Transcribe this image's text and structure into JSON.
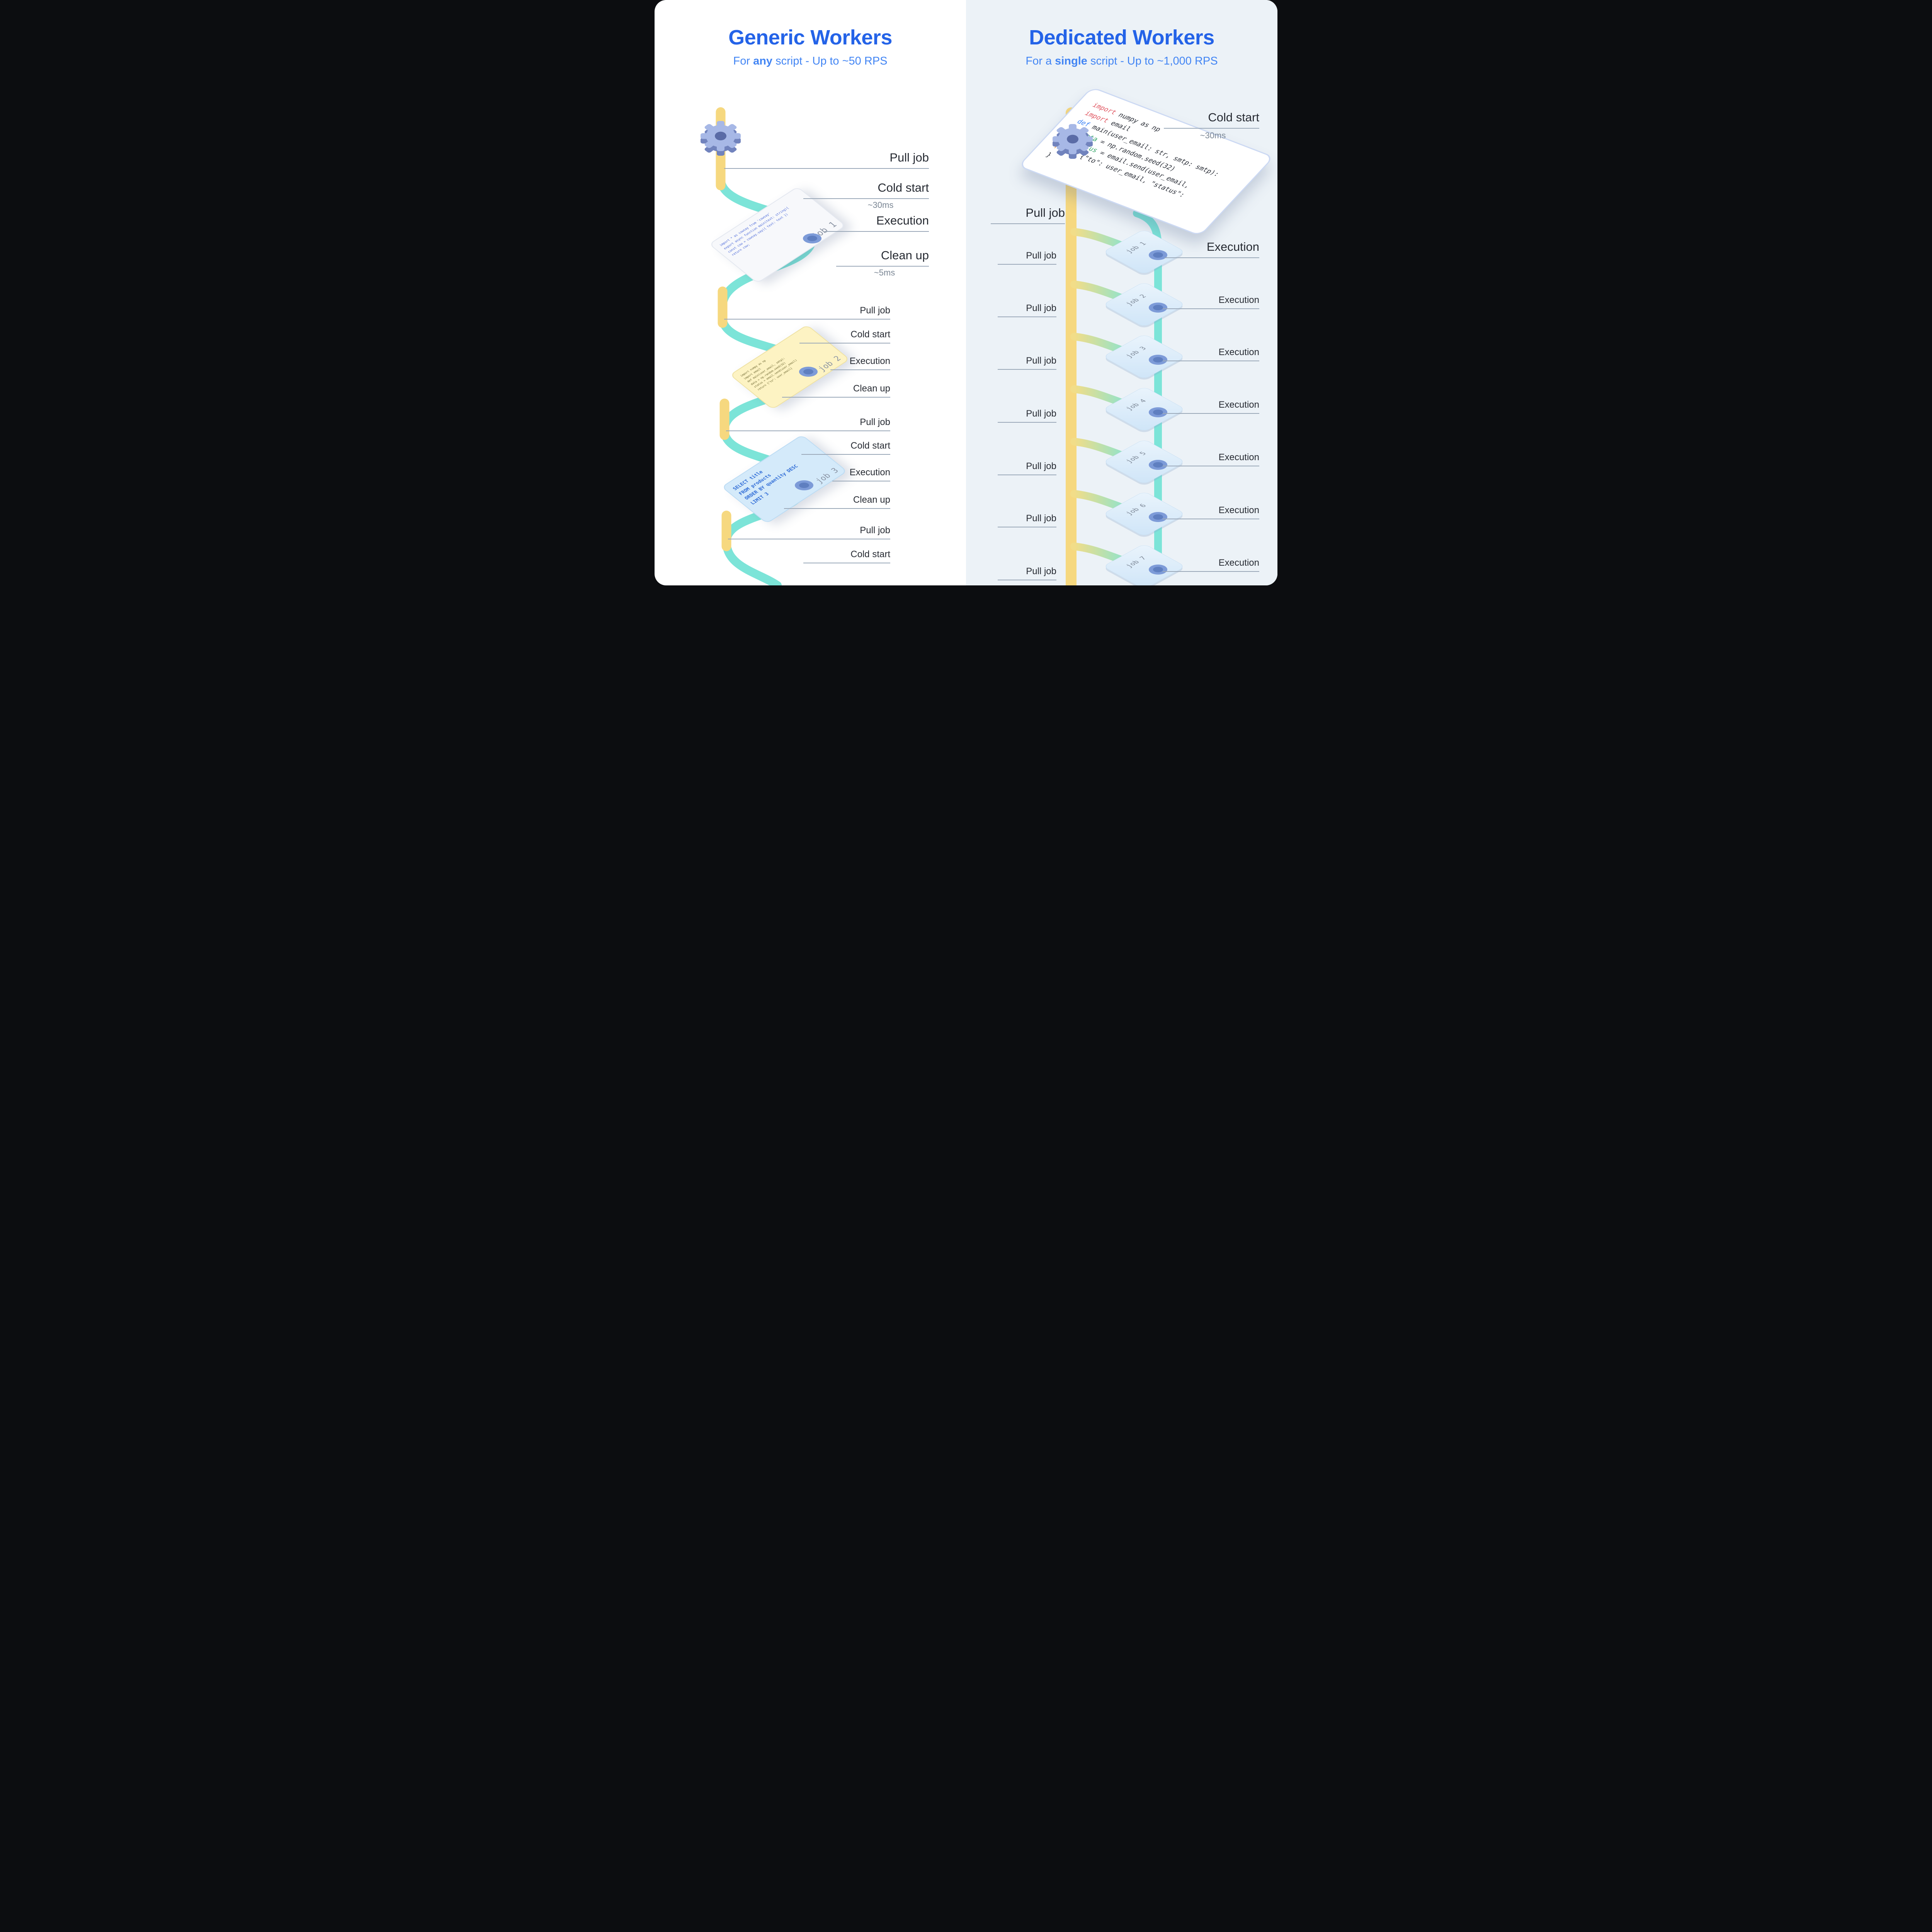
{
  "left": {
    "title": "Generic Workers",
    "subtitle_prefix": "For ",
    "subtitle_bold": "any",
    "subtitle_suffix": " script - Up to ~50 RPS",
    "steps": [
      {
        "label": "Pull job",
        "sub": ""
      },
      {
        "label": "Cold start",
        "sub": "~30ms"
      },
      {
        "label": "Execution",
        "sub": ""
      },
      {
        "label": "Clean up",
        "sub": "~5ms"
      },
      {
        "label": "Pull job",
        "sub": ""
      },
      {
        "label": "Cold start",
        "sub": ""
      },
      {
        "label": "Execution",
        "sub": ""
      },
      {
        "label": "Clean up",
        "sub": ""
      },
      {
        "label": "Pull job",
        "sub": ""
      },
      {
        "label": "Cold start",
        "sub": ""
      },
      {
        "label": "Execution",
        "sub": ""
      },
      {
        "label": "Clean up",
        "sub": ""
      },
      {
        "label": "Pull job",
        "sub": ""
      },
      {
        "label": "Cold start",
        "sub": ""
      }
    ],
    "jobs": [
      {
        "label": "job 1",
        "code": [
          "import * as cowsay from 'cowsay'",
          "export async function main(text: string){",
          "const cow = cowsay.say({ text: text })",
          "return cow;"
        ]
      },
      {
        "label": "job 2",
        "code": [
          "import numpy as np",
          "import email",
          "def main(user_email, smtp):",
          "data = np.random.seed(32)",
          "status = email.send(user_email)",
          "return {\"to\": user_email}"
        ]
      },
      {
        "label": "job 3",
        "code": [
          "SELECT title",
          "FROM products",
          "ORDER BY quantity DESC",
          "LIMIT 3"
        ]
      }
    ]
  },
  "right": {
    "title": "Dedicated Workers",
    "subtitle_prefix": "For a ",
    "subtitle_bold": "single",
    "subtitle_suffix": " script - Up to ~1,000 RPS",
    "cold_start": {
      "label": "Cold start",
      "sub": "~30ms"
    },
    "code": [
      {
        "kw": "import",
        "rest": " numpy as np"
      },
      {
        "kw": "import",
        "rest": " email"
      },
      {
        "kw": "def",
        "rest": " main(user_email: str, smtp: smtp):"
      },
      {
        "kw": "data",
        "rest": " = np.random.seed(32)"
      },
      {
        "kw": "status",
        "rest": " = email.send(user_email,"
      },
      {
        "kw": "return",
        "rest": " {\"to\": user_email, \"status\":"
      },
      {
        "kw": "}",
        "rest": ""
      }
    ],
    "pull_jobs": [
      "Pull job",
      "Pull job",
      "Pull job",
      "Pull job",
      "Pull job",
      "Pull job",
      "Pull job",
      "Pull job"
    ],
    "executions": [
      "Execution",
      "Execution",
      "Execution",
      "Execution",
      "Execution",
      "Execution",
      "Execution"
    ],
    "jobs": [
      "job 1",
      "job 2",
      "job 3",
      "job 4",
      "job 5",
      "job 6",
      "job 7"
    ]
  },
  "colors": {
    "title_blue": "#2463e8",
    "subtitle_blue": "#4285f4",
    "pipe_yellow": "#f6d87f",
    "pipe_teal": "#7ce4d8",
    "right_panel_bg": "#ecf2f7",
    "label_dark": "#272b33",
    "muted_gray": "#7a8694",
    "grommet_blue": "#7d9bd8",
    "gear_blue": "#a7b8e6"
  }
}
